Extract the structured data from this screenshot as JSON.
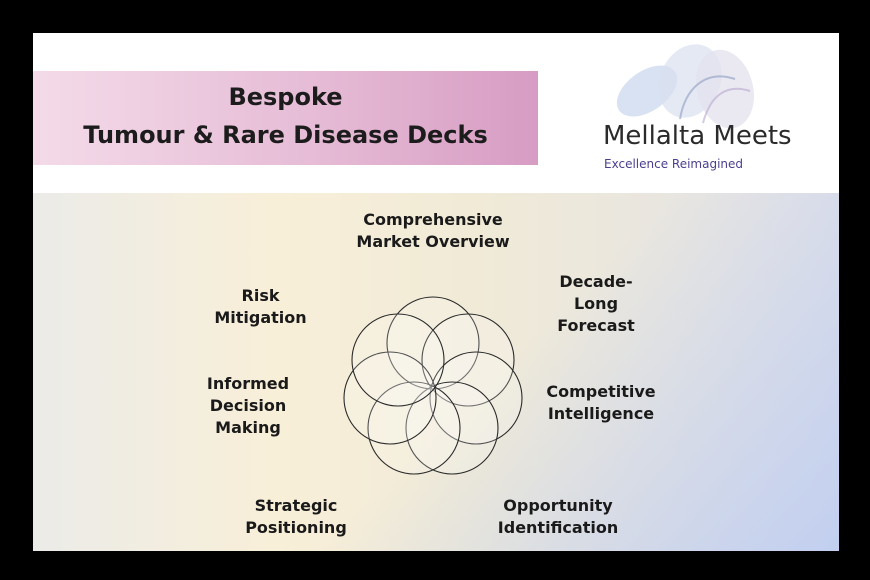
{
  "title": {
    "line1": "Bespoke",
    "line2": "Tumour & Rare Disease Decks"
  },
  "brand": {
    "name": "Mellalta Meets",
    "tagline": "Excellence Reimagined"
  },
  "labels": {
    "market_overview": [
      "Comprehensive",
      "Market Overview"
    ],
    "forecast": [
      "Decade-",
      "Long",
      "Forecast"
    ],
    "competitive": [
      "Competitive",
      "Intelligence"
    ],
    "opportunity": [
      "Opportunity",
      "Identification"
    ],
    "strategic": [
      "Strategic",
      "Positioning"
    ],
    "decision": [
      "Informed",
      "Decision",
      "Making"
    ],
    "risk": [
      "Risk",
      "Mitigation"
    ]
  },
  "colors": {
    "title_gradient_end": "#d79cc3",
    "tagline": "#4a3f8f"
  }
}
